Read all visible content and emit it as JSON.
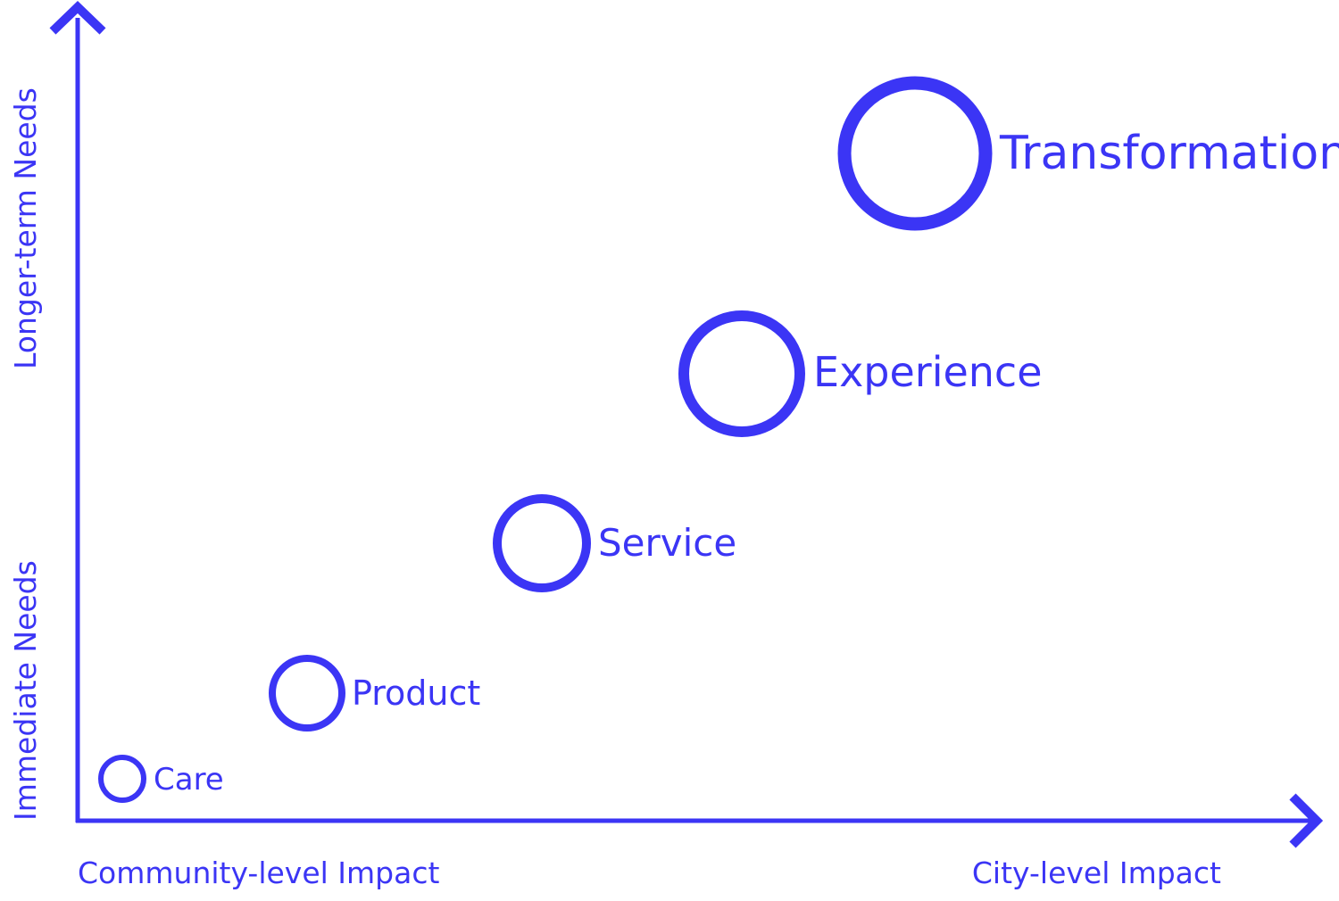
{
  "colors": {
    "accent": "#3b35f5",
    "background": "#ffffff"
  },
  "axes": {
    "x_start_label": "Community-level Impact",
    "x_end_label": "City-level Impact",
    "y_start_label": "Immediate Needs",
    "y_end_label": "Longer-term Needs"
  },
  "stages": [
    {
      "label": "Care",
      "scale": 1
    },
    {
      "label": "Product",
      "scale": 2
    },
    {
      "label": "Service",
      "scale": 3
    },
    {
      "label": "Experience",
      "scale": 4
    },
    {
      "label": "Transformation",
      "scale": 5
    }
  ]
}
